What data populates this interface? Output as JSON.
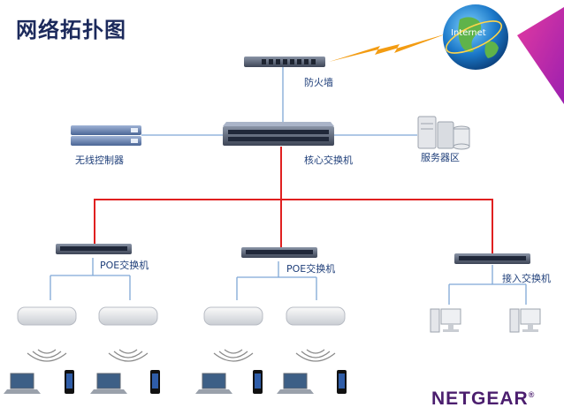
{
  "title": "网络拓扑图",
  "labels": {
    "internet": "Internet",
    "firewall": "防火墙",
    "controller": "无线控制器",
    "core_switch": "核心交换机",
    "server_zone": "服务器区",
    "poe1": "POE交换机",
    "poe2": "POE交换机",
    "access_switch": "接入交换机"
  },
  "brand": "NETGEAR",
  "brand_mark": "®",
  "colors": {
    "uplink_line": "#e02020",
    "lan_line": "#7fa8d6",
    "wan_bolt": "#f39c12",
    "title": "#1c2a5c",
    "label": "#1f3f7a",
    "brand": "#4b1e6e",
    "corner_accent": "#c8168a"
  }
}
